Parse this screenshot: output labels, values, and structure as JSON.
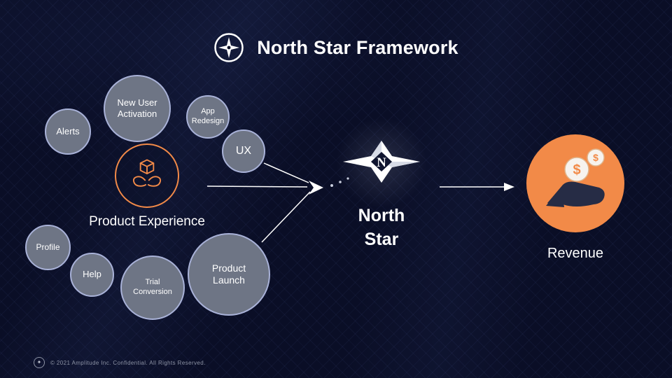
{
  "header": {
    "title": "North Star Framework"
  },
  "bubbles": [
    {
      "label": "Alerts"
    },
    {
      "label": "New User Activation"
    },
    {
      "label": "App Redesign"
    },
    {
      "label": "UX"
    },
    {
      "label": "Profile"
    },
    {
      "label": "Help"
    },
    {
      "label": "Trial Conversion"
    },
    {
      "label": "Product Launch"
    }
  ],
  "product_experience": {
    "label": "Product Experience"
  },
  "north_star": {
    "label": "North Star",
    "letter": "N"
  },
  "revenue": {
    "label": "Revenue",
    "coin_symbol_large": "$",
    "coin_symbol_small": "$"
  },
  "footer": {
    "logo_glyph": "✦",
    "text": "© 2021 Amplitude Inc.  Confidential.  All Rights Reserved."
  },
  "colors": {
    "background": "#0a0e26",
    "accent_orange": "#F28A48",
    "bubble_fill": "#6e7585",
    "bubble_border": "#a9b2d8",
    "text": "#ffffff"
  }
}
